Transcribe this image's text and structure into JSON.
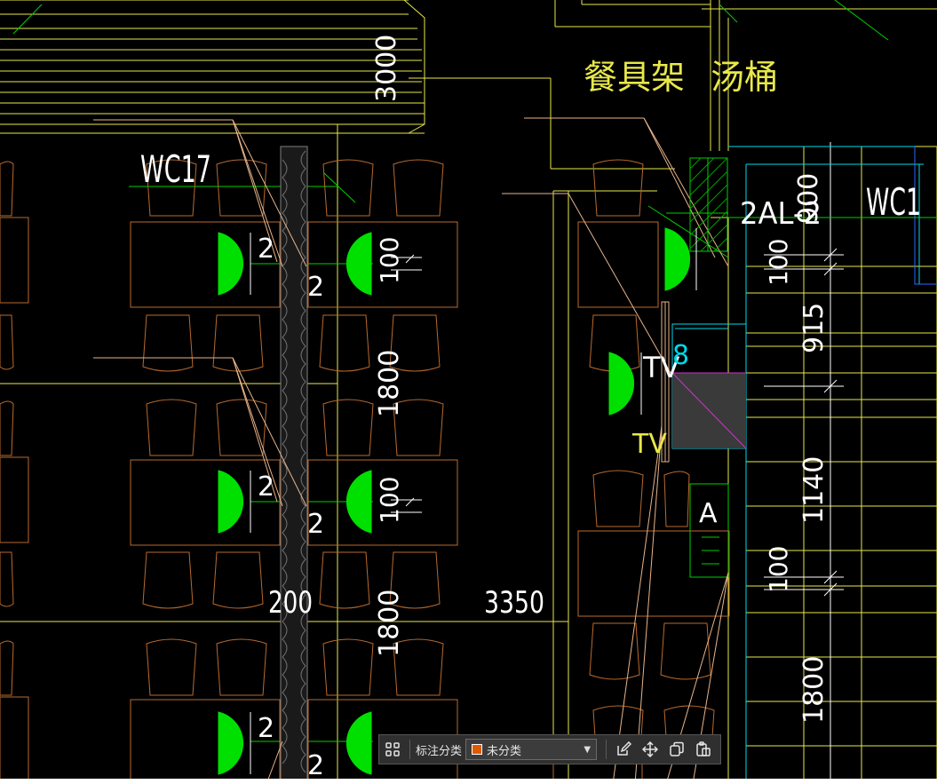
{
  "drawing": {
    "labels": {
      "dim_3000": "3000",
      "tableware_rack": "餐具架",
      "soup_bucket": "汤桶",
      "wc17": "WC17",
      "wc1": "WC1",
      "panel_2al2": "2AL-2",
      "dim_3350": "3350",
      "dim_200": "200",
      "dim_1800_a": "1800",
      "dim_1800_b": "1800",
      "dim_1800_c": "1800",
      "dim_100_a": "100",
      "dim_100_b": "100",
      "dim_100_c": "100",
      "dim_100_d": "100",
      "dim_915": "915",
      "dim_1140": "1140",
      "dim_900": "900",
      "tv_1": "TV",
      "tv_2": "TV",
      "mark_8": "8",
      "mark_a": "A",
      "circuit_2": "2"
    },
    "colors": {
      "background": "#000000",
      "wall": "#e8e84a",
      "furniture": "#b86a2e",
      "outlet": "#00e000",
      "leader": "#e8b48a",
      "cyan": "#00d8e8",
      "green_line": "#00d000",
      "text": "#ffffff",
      "yellow_text": "#e8e84a",
      "hatch": "#808080",
      "magenta": "#cc33cc",
      "blue": "#2a6aff"
    }
  },
  "toolbar": {
    "grid_icon": "grid-icon",
    "category_label": "标注分类",
    "category_value": "未分类",
    "category_color": "#e05a00",
    "edit_icon": "edit-icon",
    "move_icon": "move-icon",
    "copy_icon": "copy-icon",
    "paste_icon": "paste-icon"
  }
}
